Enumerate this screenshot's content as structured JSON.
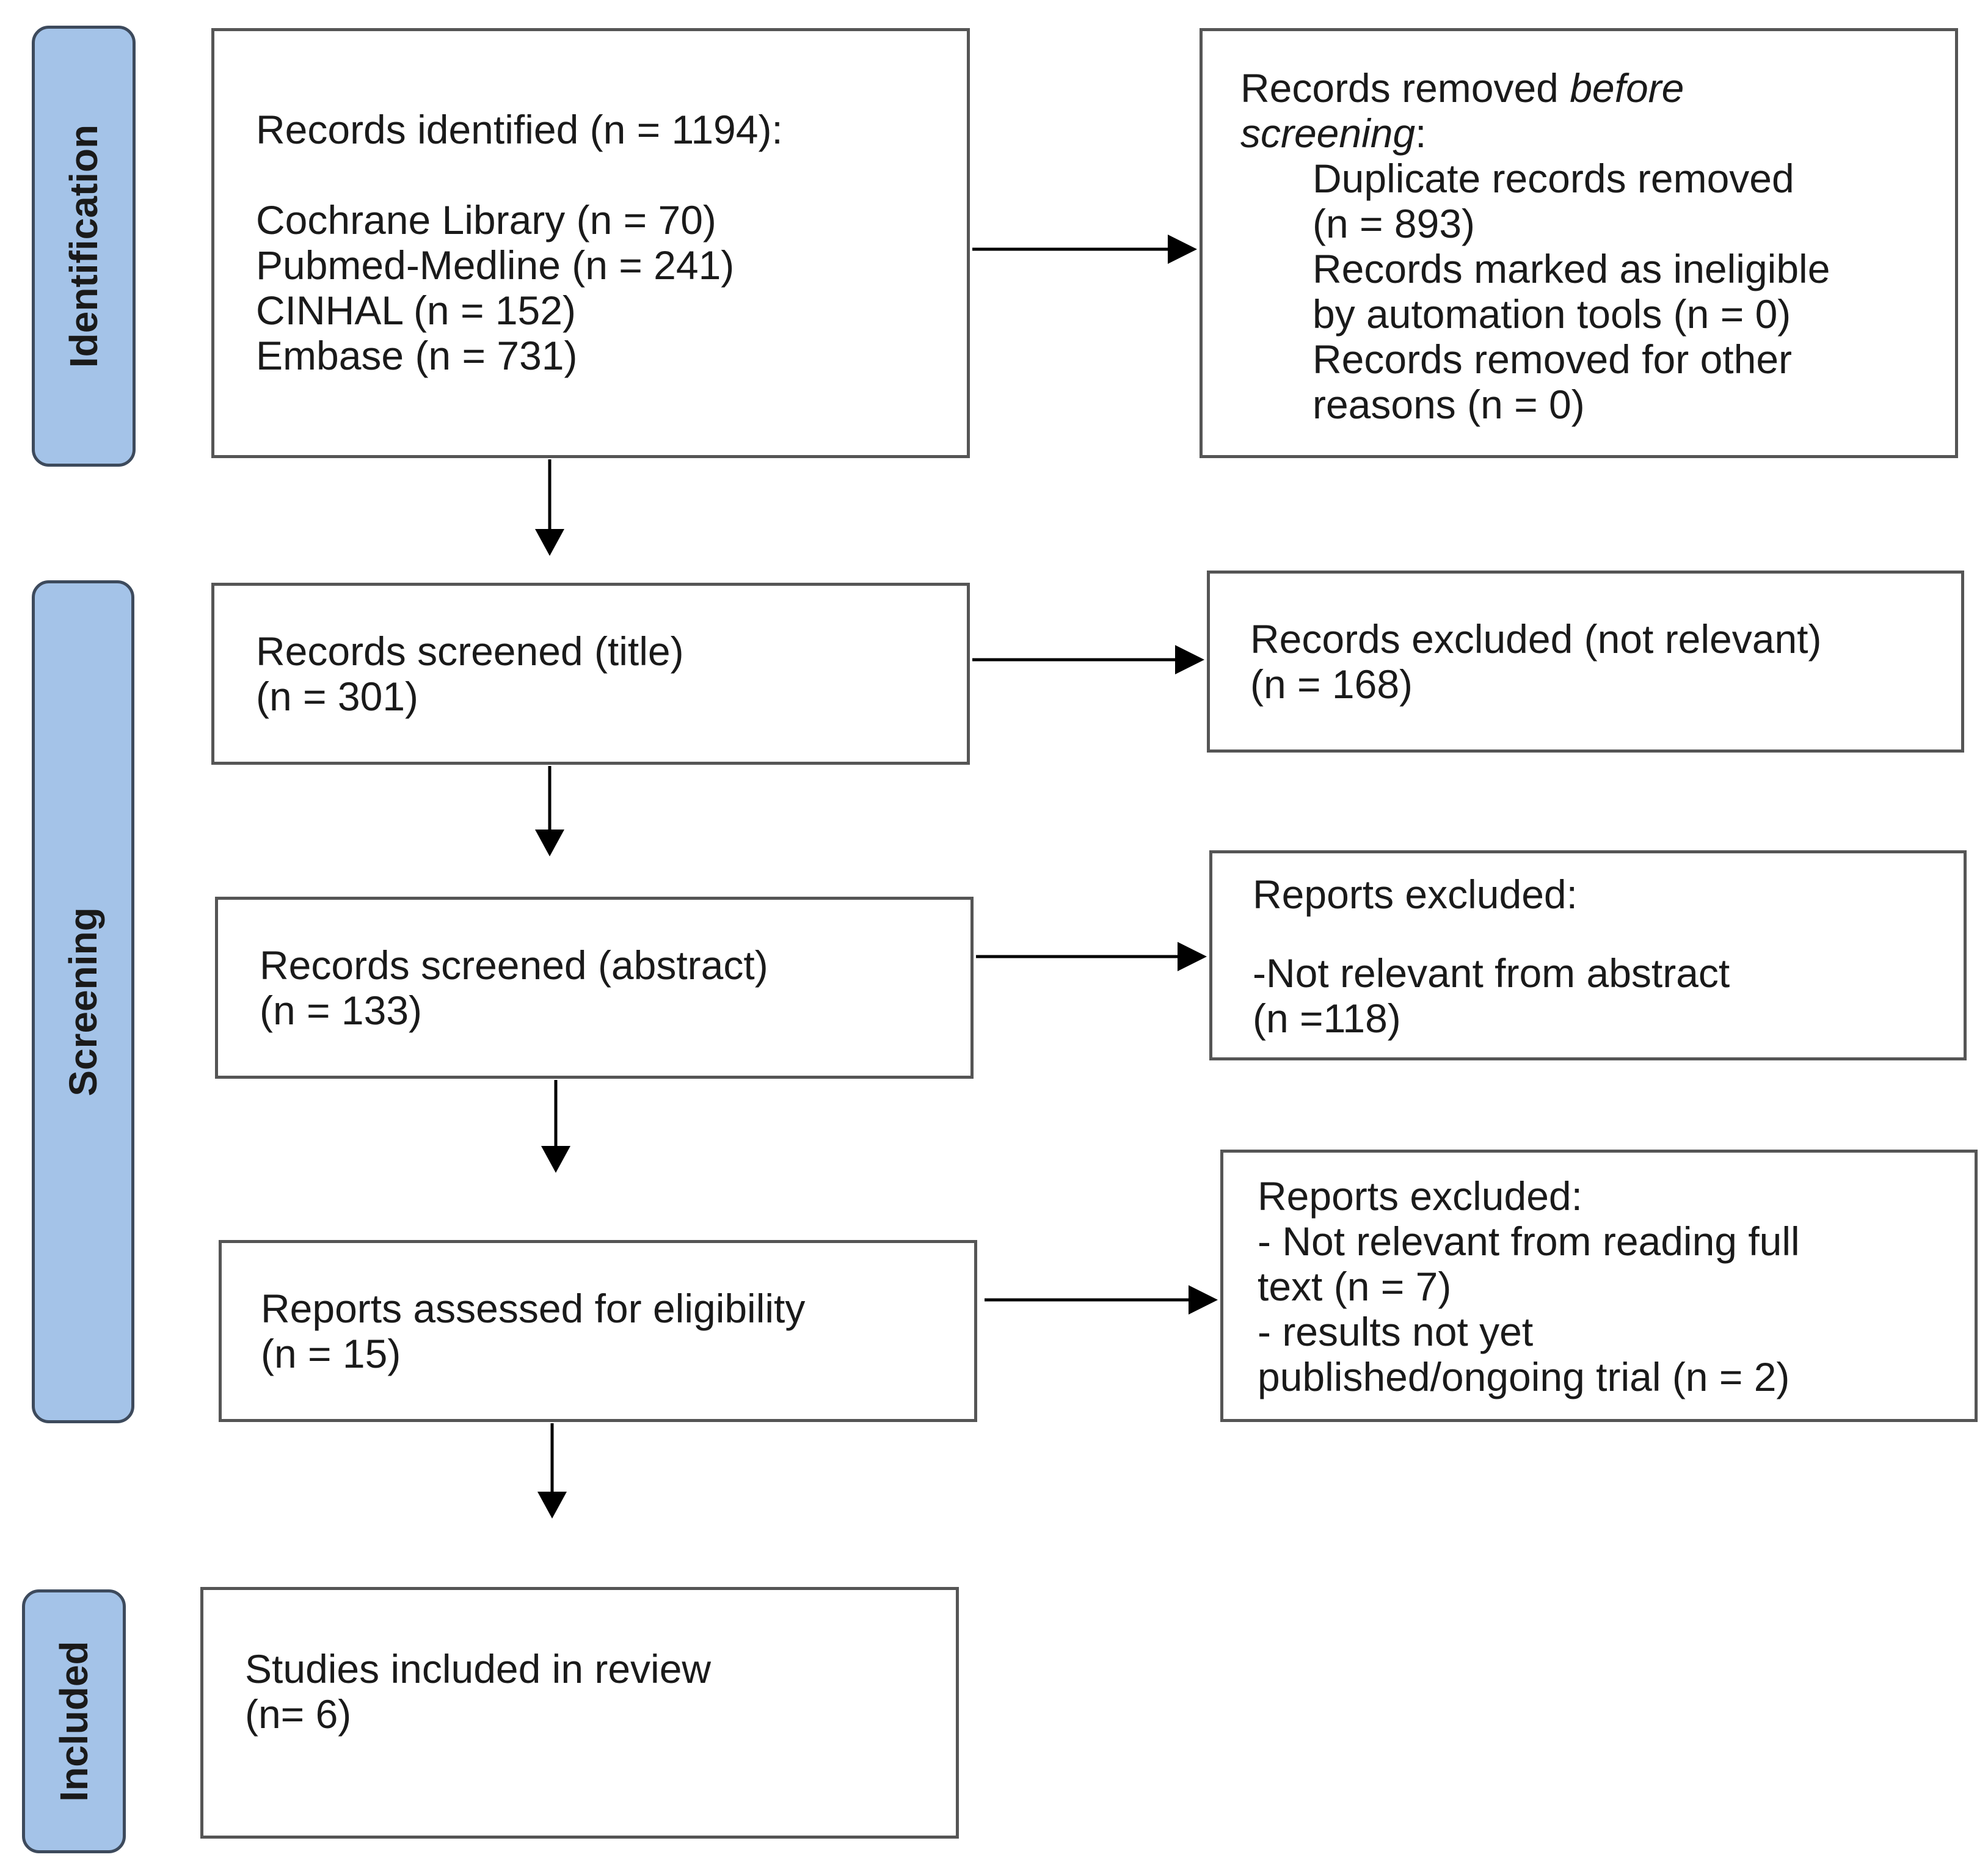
{
  "phases": {
    "identification": "Identification",
    "screening": "Screening",
    "included": "Included"
  },
  "identified": {
    "heading": "Records identified (n = 1194):",
    "sources": [
      "Cochrane Library (n = 70)",
      "Pubmed-Medline (n = 241)",
      "CINHAL (n = 152)",
      "Embase (n = 731)"
    ]
  },
  "removed": {
    "heading_prefix": "Records removed ",
    "heading_italic_1": "before",
    "heading_italic_2": "screening",
    "heading_suffix": ":",
    "lines": [
      "Duplicate records removed",
      "(n = 893)",
      "Records marked as ineligible",
      "by automation tools (n = 0)",
      "Records removed for other",
      "reasons (n = 0)"
    ]
  },
  "screened_title": {
    "line1": "Records screened (title)",
    "line2": "(n = 301)"
  },
  "excluded_title": {
    "line1": "Records excluded (not relevant)",
    "line2": "(n = 168)"
  },
  "screened_abstract": {
    "line1": "Records screened (abstract)",
    "line2": "(n = 133)"
  },
  "excluded_abstract": {
    "heading": "Reports excluded:",
    "line1": "-Not relevant from abstract",
    "line2": "(n =118)"
  },
  "assessed": {
    "line1": "Reports assessed for eligibility",
    "line2": "(n = 15)"
  },
  "excluded_fulltext": {
    "heading": "Reports excluded:",
    "lines": [
      "- Not relevant from reading full",
      "text (n = 7)",
      "- results not yet",
      "published/ongoing trial (n = 2)"
    ]
  },
  "included": {
    "line1": "Studies included in review",
    "line2": "(n= 6)"
  },
  "colors": {
    "phase_fill": "#a4c3e8",
    "phase_border": "#3d4a5c",
    "box_border": "#555555",
    "arrow": "#000000"
  }
}
